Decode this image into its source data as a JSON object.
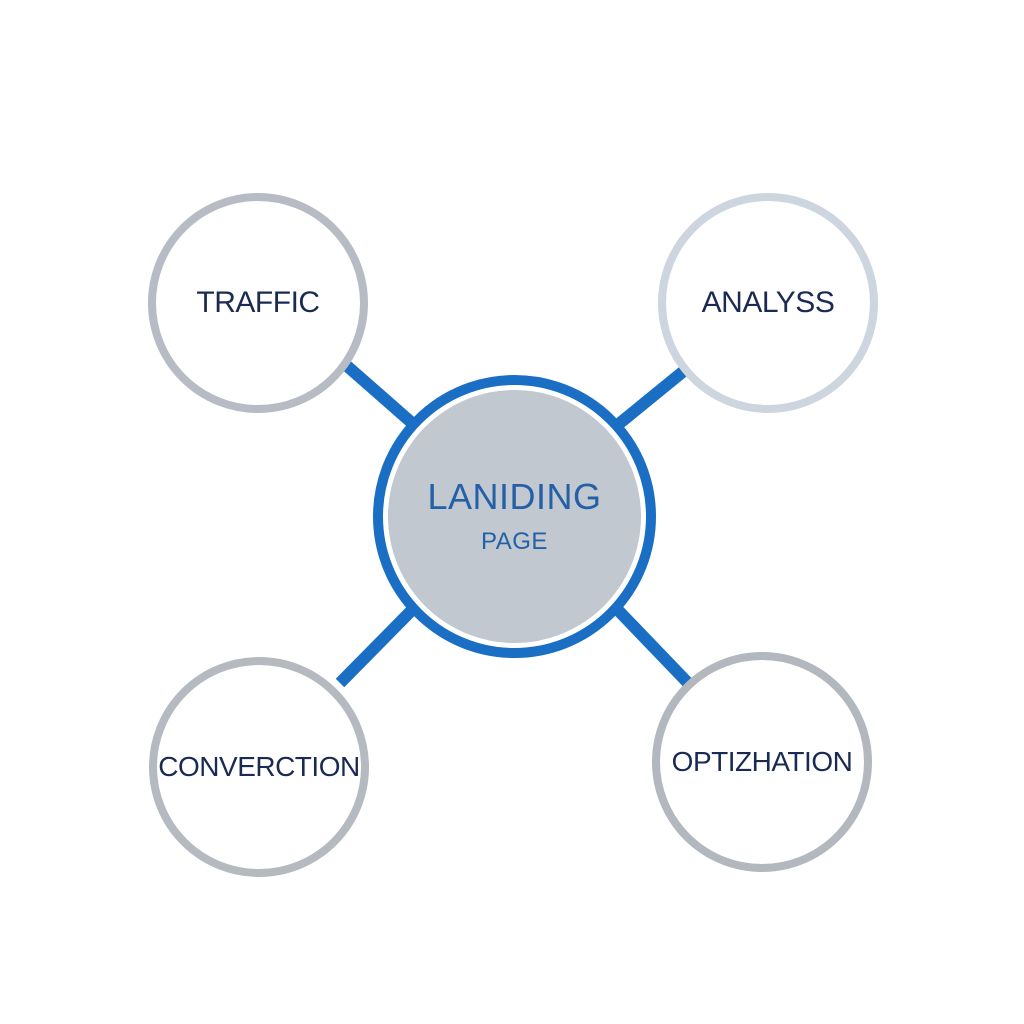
{
  "diagram": {
    "center": {
      "line1": "LANIDING",
      "line2": "PAGE"
    },
    "nodes": {
      "traffic": "TRAFFIC",
      "analysis": "ANALYSS",
      "conversion": "CONVERCTION",
      "optimization": "OPTIZHATION"
    },
    "colors": {
      "connector": "#1a6fc4",
      "center_ring": "#1a6fc4",
      "center_fill": "#c2c8d0",
      "center_text": "#2460a8",
      "node_ring": "#b9bdc4",
      "node_text": "#1a2a52",
      "background": "#ffffff"
    }
  }
}
